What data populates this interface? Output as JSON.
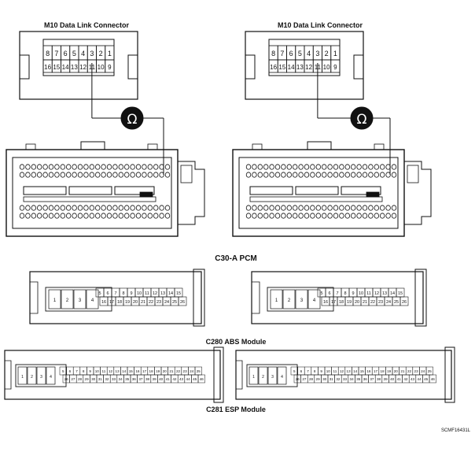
{
  "dlc": {
    "title": "M10 Data Link Connector",
    "top_pins": [
      "8",
      "7",
      "6",
      "5",
      "4",
      "3",
      "2",
      "1"
    ],
    "bottom_pins": [
      "16",
      "15",
      "14",
      "13",
      "12",
      "11",
      "10",
      "9"
    ]
  },
  "meter_symbol": "Ω",
  "pcm": {
    "title": "C30-A PCM"
  },
  "abs": {
    "title": "C280 ABS Module",
    "block_pins": [
      "1",
      "2",
      "3",
      "4"
    ],
    "top_pins": [
      "5",
      "6",
      "7",
      "8",
      "9",
      "10",
      "11",
      "12",
      "13",
      "14",
      "15"
    ],
    "bottom_pins": [
      "16",
      "17",
      "18",
      "19",
      "20",
      "21",
      "22",
      "23",
      "24",
      "25",
      "26"
    ]
  },
  "esp": {
    "title": "C281 ESP Module",
    "block_pins": [
      "1",
      "2",
      "3",
      "4"
    ],
    "top_pins": [
      "5",
      "6",
      "7",
      "8",
      "9",
      "10",
      "11",
      "12",
      "13",
      "14",
      "15",
      "16",
      "17",
      "18",
      "19",
      "20",
      "21",
      "22",
      "23",
      "24",
      "25"
    ],
    "bottom_pins": [
      "26",
      "27",
      "28",
      "29",
      "30",
      "31",
      "32",
      "33",
      "34",
      "35",
      "36",
      "37",
      "38",
      "39",
      "40",
      "41",
      "42",
      "43",
      "44",
      "45",
      "46"
    ]
  },
  "figure_code": "SCMF16431L"
}
